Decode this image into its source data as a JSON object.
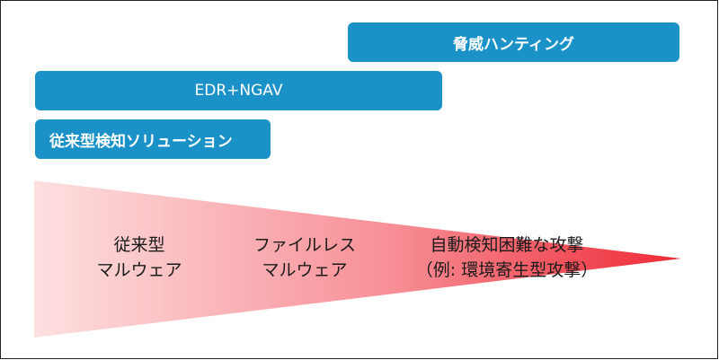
{
  "colors": {
    "bar_fill": "#1a92c8",
    "wedge_start": "#fde0e0",
    "wedge_end": "#ee2a36"
  },
  "bars": {
    "threat_hunting": "脅威ハンティング",
    "edr_ngav": "EDR+NGAV",
    "legacy_detection": "従来型検知ソリューション"
  },
  "threats": [
    {
      "line1": "従来型",
      "line2": "マルウェア"
    },
    {
      "line1": "ファイルレス",
      "line2": "マルウェア"
    },
    {
      "line1": "自動検知困難な攻撃",
      "line2": "（例: 環境寄生型攻撃）"
    }
  ]
}
